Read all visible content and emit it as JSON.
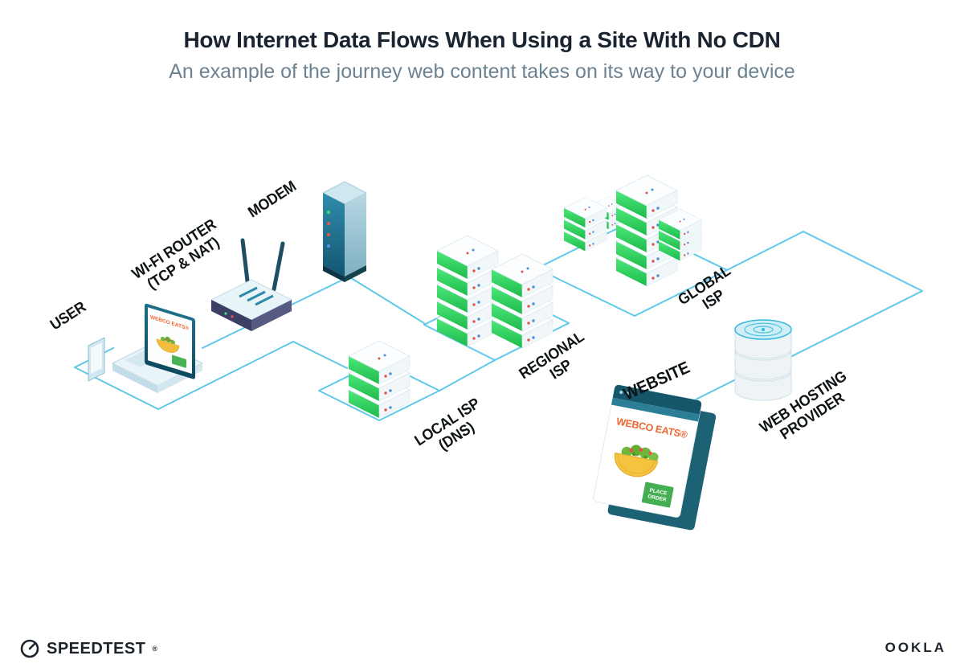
{
  "header": {
    "title": "How Internet Data Flows When Using a Site With No CDN",
    "subtitle": "An example of the journey web content takes on its way to your device"
  },
  "diagram": {
    "labels": {
      "user": [
        "USER"
      ],
      "wifi_router": [
        "WI-FI ROUTER",
        "(TCP & NAT)"
      ],
      "modem": [
        "MODEM"
      ],
      "local_isp": [
        "LOCAL ISP",
        "(DNS)"
      ],
      "regional_isp": [
        "REGIONAL",
        "ISP"
      ],
      "global_isp": [
        "GLOBAL",
        "ISP"
      ],
      "website": [
        "WEBSITE"
      ],
      "web_hosting": [
        "WEB HOSTING",
        "PROVIDER"
      ]
    },
    "laptop_screen": {
      "brand": "WEBCO EATS®"
    },
    "website_window": {
      "brand": "WEBCO EATS®",
      "button": [
        "PLACE",
        "ORDER"
      ]
    },
    "colors": {
      "connector_line": "#5FC9E8",
      "server_green": "#2FD058",
      "modem_teal": "#21708D",
      "brand_orange": "#EE6630",
      "button_green": "#45AD52",
      "ink": "#0E1316"
    }
  },
  "footer": {
    "speedtest_label": "SPEEDTEST",
    "speedtest_mark": "®",
    "ookla_label": "OOKLA"
  }
}
